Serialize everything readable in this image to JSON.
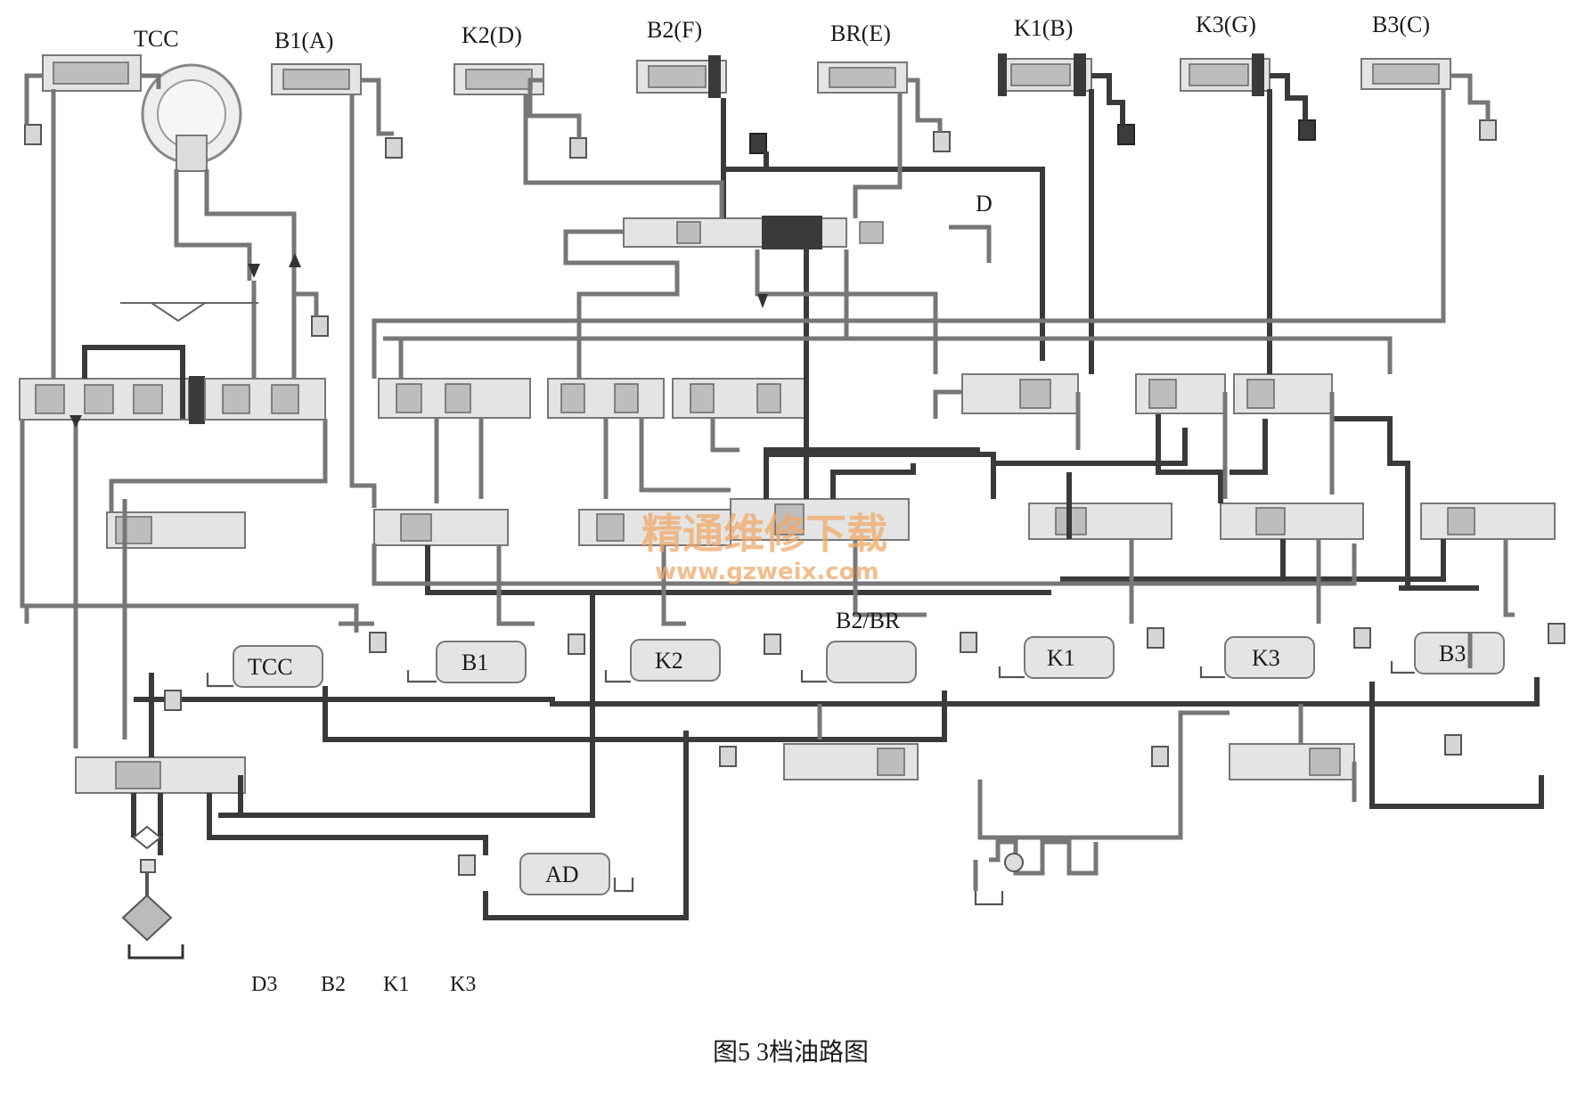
{
  "clutch_labels": [
    "TCC",
    "B1(A)",
    "K2(D)",
    "B2(F)",
    "BR(E)",
    "K1(B)",
    "K3(G)",
    "B3(C)"
  ],
  "valve_label_d": "D",
  "accumulators": [
    "TCC",
    "B1",
    "K2",
    "B2/BR",
    "K1",
    "K3",
    "B3",
    "AD"
  ],
  "engaged_summary": [
    "D3",
    "B2",
    "K1",
    "K3"
  ],
  "caption": "图5  3档油路图",
  "watermark": {
    "title": "精通维修下载",
    "url": "www.gzweix.com"
  },
  "colors": {
    "line_dark": "#3a3a3a",
    "line_light": "#777777",
    "component": "#e4e4e4",
    "watermark": "#f0a868"
  }
}
